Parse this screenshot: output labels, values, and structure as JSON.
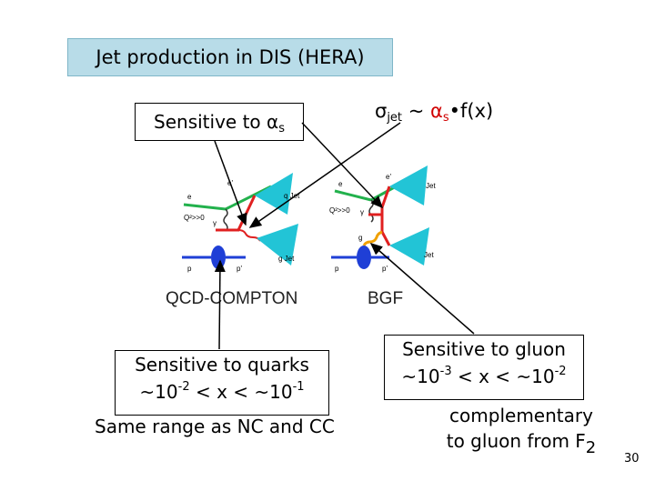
{
  "title": "Jet production in DIS (HERA)",
  "sensitive_alpha": {
    "text": "Sensitive to α",
    "sub": "s"
  },
  "sigma_formula": {
    "sigma": "σ",
    "sigma_sub": "jet",
    "tilde": " ~ ",
    "alpha": "α",
    "alpha_sub": "s",
    "rest": "•f(x)"
  },
  "diagrams": {
    "qcd_compton": {
      "label": "QCD-COMPTON",
      "e": "e",
      "e_prime": "e'",
      "q_jet": "q Jet",
      "g_jet": "g Jet",
      "q2": "Q²>>0",
      "gamma": "γ",
      "p": "p",
      "p_prime": "p'"
    },
    "bgf": {
      "label": "BGF",
      "e": "e",
      "e_prime": "e'",
      "jet_top": "Jet",
      "jet_bottom": "Jet",
      "q2": "Q²>>0",
      "gamma": "γ",
      "g": "g",
      "p": "p",
      "p_prime": "p'"
    }
  },
  "quarks": {
    "line1": "Sensitive to quarks",
    "range_prefix": "~10",
    "exp1": "-2",
    "mid": " < x < ~10",
    "exp2": "-1"
  },
  "same_range": "Same range as NC and CC",
  "gluon": {
    "line1": "Sensitive to gluon",
    "range_prefix": "~10",
    "exp1": "-3",
    "mid": " < x < ~10",
    "exp2": "-2"
  },
  "complementary": {
    "line1": "complementary",
    "line2": "to gluon from F",
    "sub": "2"
  },
  "page_number": "30",
  "colors": {
    "title_bg": "#b8dce8",
    "jet_cyan": "#22c4d6",
    "electron_green": "#22b14c",
    "proton_blue": "#1f3fd6",
    "vertex_red": "#e02020",
    "gluon_orange": "#f0a000",
    "alpha_red": "#d00000"
  }
}
